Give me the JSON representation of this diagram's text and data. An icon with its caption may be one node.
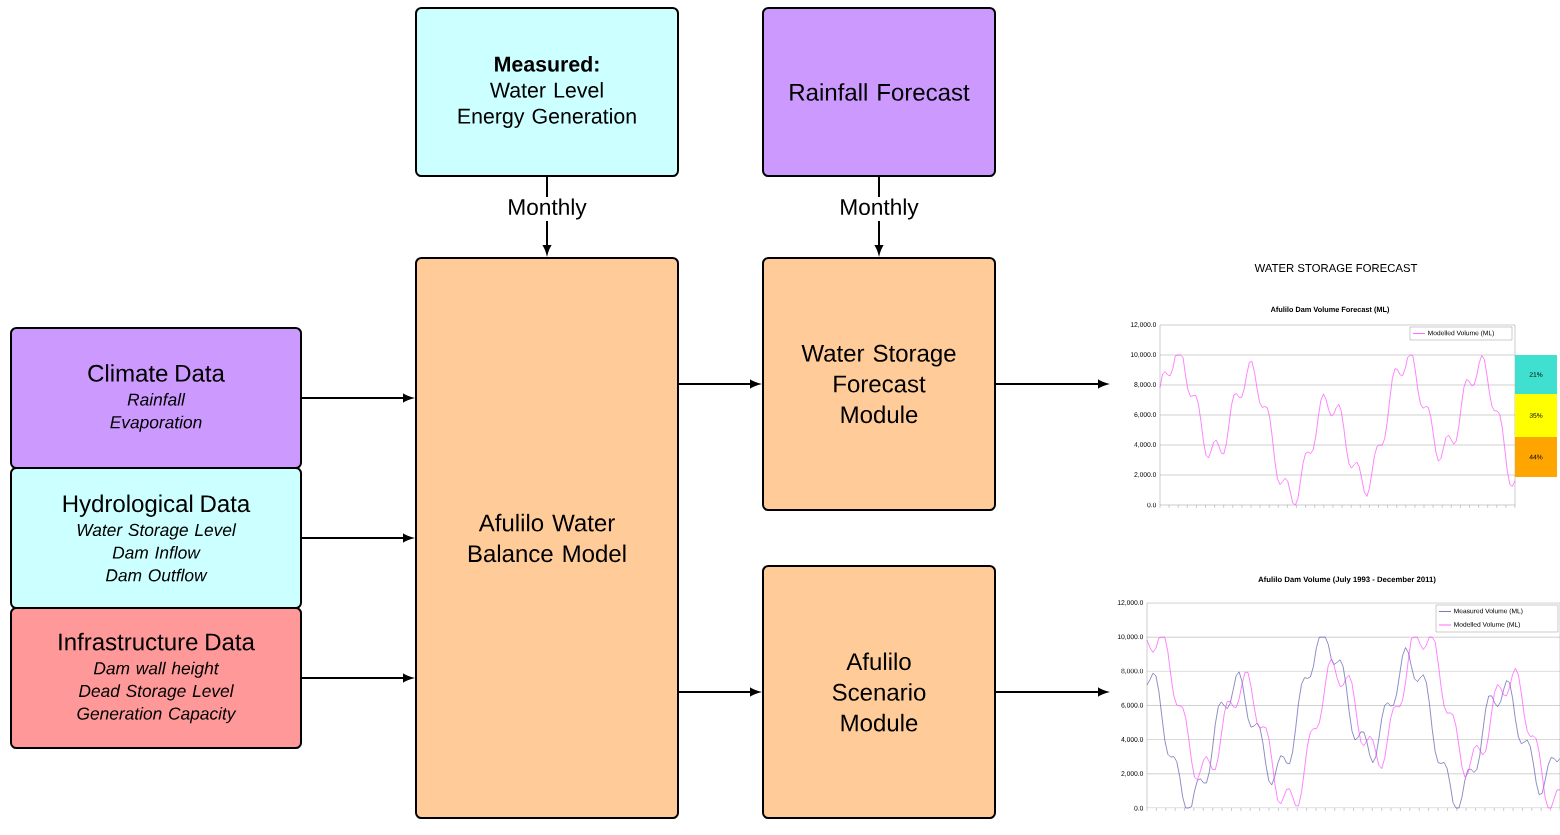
{
  "diagram": {
    "nodes": [
      {
        "text": [
          "Measured:",
          "Water Level",
          "Energy Generation"
        ]
      },
      {
        "text": [
          "Rainfall Forecast"
        ]
      },
      {
        "text": [
          "Climate Data",
          "Rainfall",
          "Evaporation"
        ]
      },
      {
        "text": [
          "Hydrological Data",
          "Water Storage Level",
          "Dam Inflow",
          "Dam Outflow"
        ]
      },
      {
        "text": [
          "Infrastructure Data",
          "Dam wall height",
          "Dead Storage Level",
          "Generation Capacity"
        ]
      },
      {
        "text": [
          "Afulilo Water Balance Model"
        ]
      },
      {
        "text": [
          "Water Storage Forecast Module"
        ]
      },
      {
        "text": [
          "Afulilo Scenario Module"
        ]
      },
      {
        "text": [
          "WATER STORAGE FORECAST",
          "Afulilo Dam Volume Forecast (ML)"
        ]
      },
      {
        "text": [
          "Afulilo Dam Volume (July 1993 - December 2011)"
        ]
      }
    ],
    "edges": [
      {
        "from": 0,
        "to": 5,
        "arrow": "to",
        "label": "Monthly"
      },
      {
        "from": 1,
        "to": 6,
        "arrow": "to",
        "label": "Monthly"
      },
      {
        "from": 2,
        "to": 5,
        "arrow": "to"
      },
      {
        "from": 3,
        "to": 5,
        "arrow": "to"
      },
      {
        "from": 4,
        "to": 5,
        "arrow": "to"
      },
      {
        "from": 5,
        "to": 6,
        "arrow": "to"
      },
      {
        "from": 5,
        "to": 7,
        "arrow": "to"
      },
      {
        "from": 6,
        "to": 8,
        "arrow": "to"
      },
      {
        "from": 7,
        "to": 9,
        "arrow": "to"
      }
    ],
    "labels": [
      "12,000.0",
      "10,000.0",
      "8,000.0",
      "6,000.0",
      "4,000.0",
      "2,000.0",
      "0.0",
      "21%",
      "35%",
      "44%",
      "12,000.0",
      "10,000.0",
      "8,000.0",
      "6,000.0",
      "4,000.0",
      "2,000.0",
      "0.0"
    ],
    "legend": [
      {
        "text": "Modelled Volume (ML)"
      },
      {
        "text": "Measured Volume (ML)"
      },
      {
        "text": "Modelled Volume (ML)"
      }
    ]
  }
}
